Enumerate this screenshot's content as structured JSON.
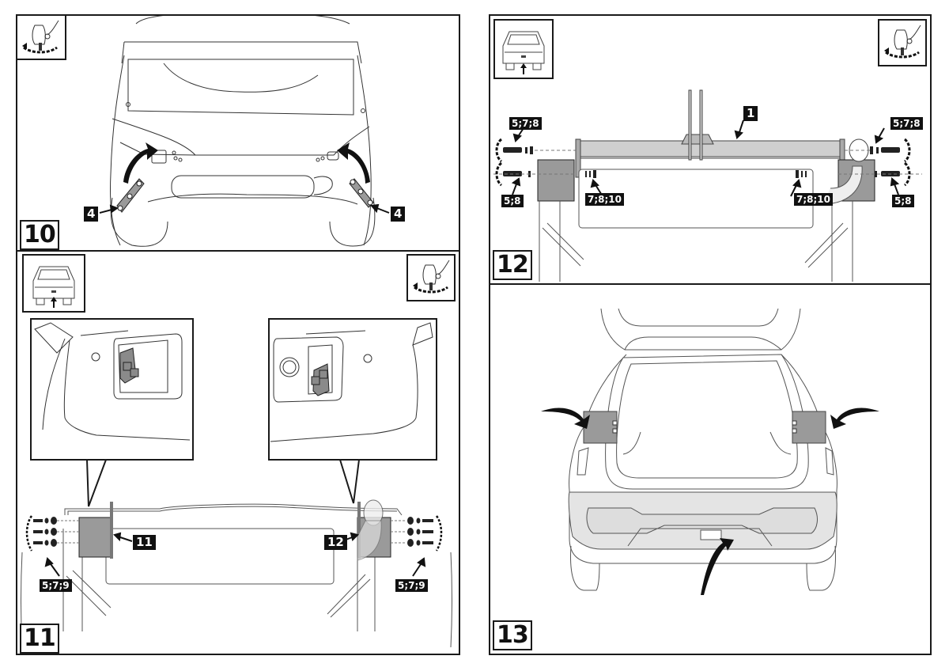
{
  "document": {
    "type": "tow-bar installation instruction sheet",
    "colors": {
      "line": "#1a1a1a",
      "part_fill": "#9a9a9a",
      "beam_fill": "#cfcfcf",
      "bumper_fill": "#e4e4e4",
      "label_bg": "#111111",
      "label_text": "#ffffff"
    }
  },
  "steps": [
    {
      "number": "10",
      "icons": [
        "torque-wrench-icon"
      ],
      "callouts": [
        {
          "label": "4",
          "target": "left-mounting-plate"
        },
        {
          "label": "4",
          "target": "right-mounting-plate"
        }
      ]
    },
    {
      "number": "11",
      "icons": [
        "car-rear-view-icon",
        "torque-wrench-icon"
      ],
      "callouts": [
        {
          "label": "5;7;9",
          "target": "left-bolt-set"
        },
        {
          "label": "11",
          "target": "left-bracket"
        },
        {
          "label": "12",
          "target": "right-bracket"
        },
        {
          "label": "5;7;9",
          "target": "right-bolt-set"
        }
      ]
    },
    {
      "number": "12",
      "icons": [
        "car-rear-view-icon",
        "torque-wrench-icon"
      ],
      "callouts": [
        {
          "label": "1",
          "target": "crossbar"
        },
        {
          "label": "5;7;8",
          "target": "left-upper-bolt"
        },
        {
          "label": "5;8",
          "target": "left-lower-bolt"
        },
        {
          "label": "7;8;10",
          "target": "left-inner-hardware"
        },
        {
          "label": "7;8;10",
          "target": "right-inner-hardware"
        },
        {
          "label": "5;7;8",
          "target": "right-upper-bolt"
        },
        {
          "label": "5;8",
          "target": "right-lower-bolt"
        }
      ]
    },
    {
      "number": "13",
      "icons": [],
      "callouts": []
    }
  ]
}
